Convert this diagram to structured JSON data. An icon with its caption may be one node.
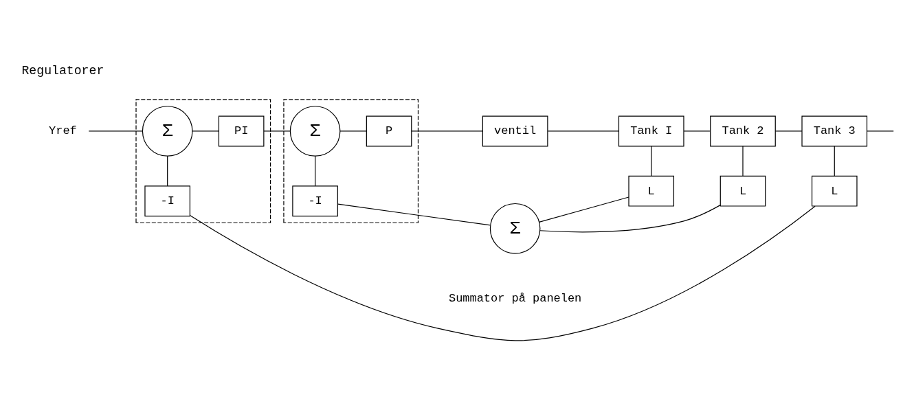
{
  "diagram": {
    "nodes": [
      {
        "text": [],
        "shape": "box"
      },
      {
        "text": [],
        "shape": "box"
      },
      {
        "text": [
          "Yref"
        ]
      },
      {
        "text": [
          "Σ"
        ],
        "in": 0
      },
      {
        "text": [
          "PI"
        ],
        "in": 0
      },
      {
        "text": [
          "Σ"
        ],
        "in": 1
      },
      {
        "text": [
          "P"
        ],
        "in": 1
      },
      {
        "text": [
          "ventil"
        ]
      },
      {
        "text": [
          "Tank I"
        ]
      },
      {
        "text": [
          "Tank 2"
        ]
      },
      {
        "text": [
          "Tank 3"
        ]
      },
      {
        "text": [
          "L"
        ]
      },
      {
        "text": [
          "L"
        ]
      },
      {
        "text": [
          "L"
        ]
      },
      {
        "text": [
          "-I"
        ],
        "in": 1
      },
      {
        "text": [
          "Σ"
        ],
        "beside": [
          "Summator på panelen"
        ]
      },
      {
        "text": [
          "-I"
        ],
        "in": 0
      }
    ],
    "edges": [
      {
        "from": 2,
        "to": 3,
        "arrow": "none"
      },
      {
        "from": 3,
        "to": 4,
        "arrow": "none"
      },
      {
        "from": 4,
        "to": 5,
        "arrow": "none"
      },
      {
        "from": 5,
        "to": 6,
        "arrow": "none"
      },
      {
        "from": 6,
        "to": 7,
        "arrow": "none"
      },
      {
        "from": 7,
        "to": 8,
        "arrow": "none"
      },
      {
        "from": 8,
        "to": 9,
        "arrow": "none"
      },
      {
        "from": 8,
        "to": 11,
        "arrow": "none"
      },
      {
        "from": 9,
        "to": 10,
        "arrow": "none"
      },
      {
        "from": 9,
        "to": 12,
        "arrow": "none"
      },
      {
        "from": 10,
        "to": null,
        "arrow": "none"
      },
      {
        "from": 10,
        "to": 13,
        "arrow": "none"
      },
      {
        "from": 13,
        "to": 16,
        "arrow": "none"
      },
      {
        "from": 16,
        "to": 3,
        "arrow": "none"
      },
      {
        "from": 11,
        "to": 15,
        "arrow": "none"
      },
      {
        "from": 12,
        "to": 15,
        "arrow": "none"
      },
      {
        "from": 15,
        "to": 14,
        "arrow": "none"
      },
      {
        "from": 14,
        "to": 5,
        "arrow": "none"
      }
    ],
    "labels": [
      "Regulatorer"
    ]
  }
}
